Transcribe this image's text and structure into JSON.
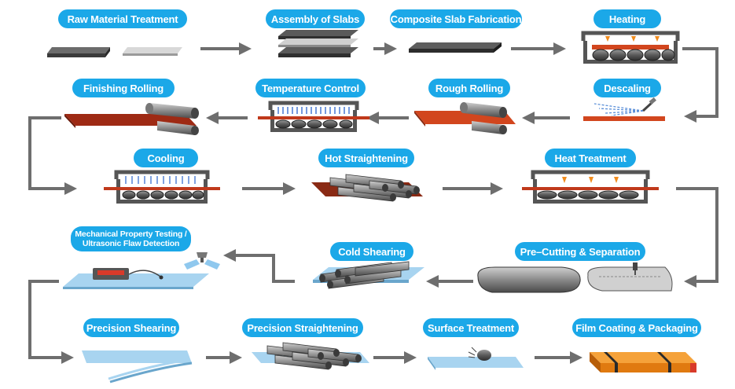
{
  "steps": {
    "raw_material_treatment": "Raw Material Treatment",
    "assembly_of_slabs": "Assembly of Slabs",
    "composite_slab_fabrication": "Composite Slab Fabrication",
    "heating": "Heating",
    "finishing_rolling": "Finishing Rolling",
    "temperature_control": "Temperature Control",
    "rough_rolling": "Rough Rolling",
    "descaling": "Descaling",
    "cooling": "Cooling",
    "hot_straightening": "Hot Straightening",
    "heat_treatment": "Heat Treatment",
    "mechanical_testing_line1": "Mechanical Property Testing /",
    "mechanical_testing_line2": "Ultrasonic Flaw Detection",
    "cold_shearing": "Cold Shearing",
    "pre_cutting_separation": "Pre–Cutting & Separation",
    "precision_shearing": "Precision Shearing",
    "precision_straightening": "Precision Straightening",
    "surface_treatment": "Surface Treatment",
    "film_coating_packaging": "Film Coating & Packaging"
  },
  "colors": {
    "label_bg": "#1ba8e8",
    "arrow": "#6e6e6e",
    "steel_dark": "#4a4a4a",
    "steel_light": "#c9c9c9",
    "hot_plate": "#d2461e",
    "clad_plate": "#a8d4f0",
    "package_orange": "#f08c1e"
  },
  "icons": [
    "slab-icon",
    "furnace-icon",
    "roller-icon",
    "spray-icon",
    "straightener-icon",
    "ultrasonic-tester-icon",
    "shear-icon",
    "package-icon"
  ]
}
